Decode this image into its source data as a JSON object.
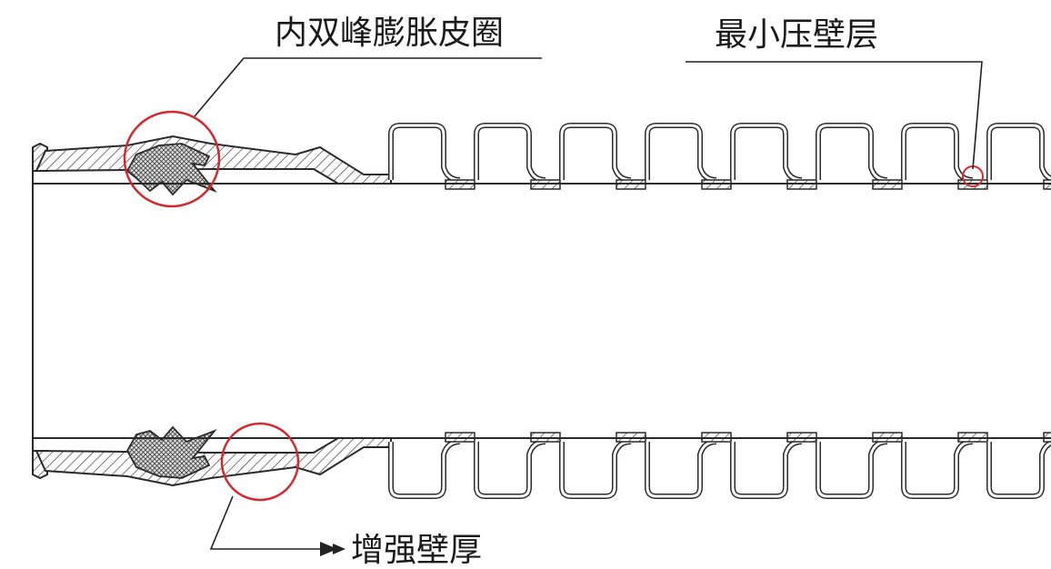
{
  "diagram": {
    "labels": {
      "seal_ring": "内双峰膨胀皮圈",
      "min_wall": "最小压壁层",
      "thick_wall": "增强壁厚"
    },
    "colors": {
      "outline": "#2a2a2a",
      "callout_circle": "#d42a2e",
      "leader_line": "#222222",
      "background": "#ffffff"
    },
    "corrugation_count": 8,
    "icons": [
      "arrow-right-icon"
    ]
  }
}
